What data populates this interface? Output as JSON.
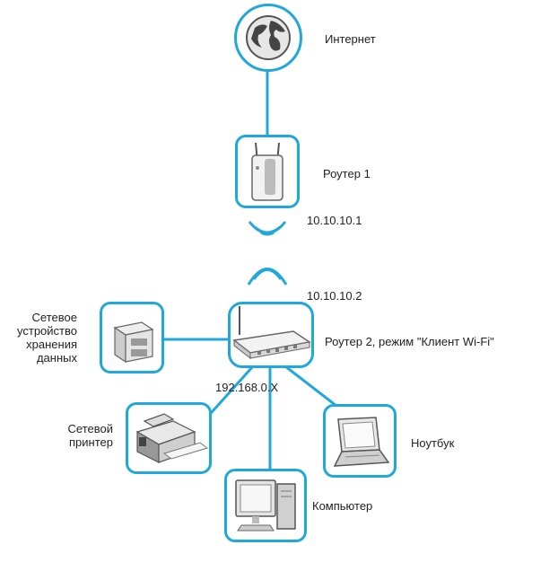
{
  "nodes": {
    "internet": {
      "label": "Интернет",
      "icon": "globe-icon"
    },
    "router1": {
      "label": "Роутер 1",
      "icon": "router-icon",
      "ip": "10.10.10.1"
    },
    "router2": {
      "label": "Роутер 2, режим \"Клиент Wi-Fi\"",
      "icon": "router-icon",
      "ip": "10.10.10.2",
      "subnet": "192.168.0.X"
    },
    "nas": {
      "label_lines": [
        "Сетевое",
        "устройство",
        "хранения",
        "данных"
      ],
      "icon": "nas-icon"
    },
    "printer": {
      "label_lines": [
        "Сетевой",
        "принтер"
      ],
      "icon": "printer-icon"
    },
    "computer": {
      "label": "Компьютер",
      "icon": "desktop-computer-icon"
    },
    "laptop": {
      "label": "Ноутбук",
      "icon": "laptop-icon"
    }
  },
  "wireless_icon": "wifi-signal-icon",
  "colors": {
    "accent": "#1fa8d9",
    "line": "#1fa8d9",
    "text": "#222222"
  }
}
